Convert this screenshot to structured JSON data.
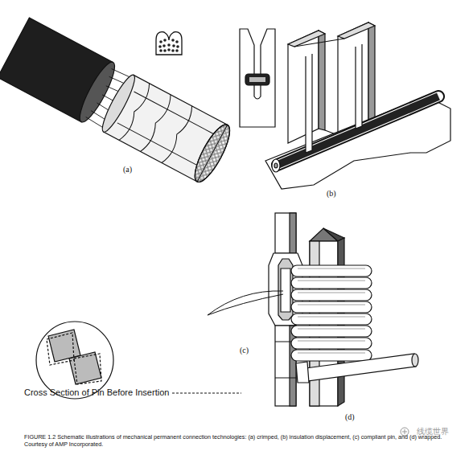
{
  "diagram": {
    "caption": "FIGURE 1.2 Schematic illustrations of mechanical permanent connection technologies: (a) crimped, (b) insulation displacement, (c) compliant pin, and (d) wrapped. Courtesy of AMP Incorporated.",
    "labels": [
      "(a)",
      "(b)",
      "(c)",
      "(d)",
      "Cross Section of Pin Before Insertion",
      "线缆世界"
    ]
  }
}
